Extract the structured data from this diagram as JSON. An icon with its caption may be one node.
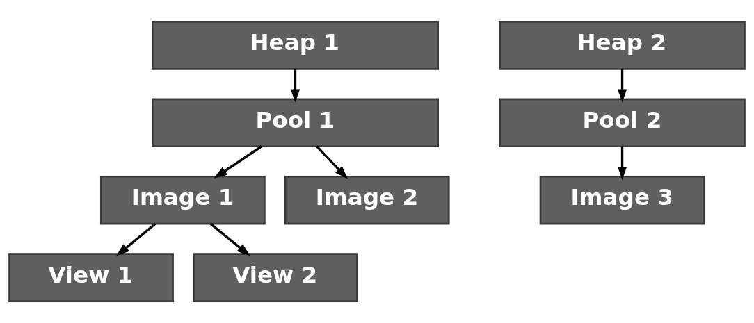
{
  "diagram": {
    "nodes": [
      {
        "text": [
          "Heap 1"
        ]
      },
      {
        "text": [
          "Heap 2"
        ]
      },
      {
        "text": [
          "Pool 1"
        ]
      },
      {
        "text": [
          "Pool 2"
        ]
      },
      {
        "text": [
          "Image 1"
        ]
      },
      {
        "text": [
          "Image 2"
        ]
      },
      {
        "text": [
          "Image 3"
        ]
      },
      {
        "text": [
          "View 1"
        ]
      },
      {
        "text": [
          "View 2"
        ]
      }
    ],
    "edges": [
      {
        "from": 0,
        "to": 2,
        "arrow": "to"
      },
      {
        "from": 1,
        "to": 3,
        "arrow": "to"
      },
      {
        "from": 2,
        "to": 4,
        "arrow": "to"
      },
      {
        "from": 2,
        "to": 5,
        "arrow": "to"
      },
      {
        "from": 3,
        "to": 6,
        "arrow": "to"
      },
      {
        "from": 4,
        "to": 7,
        "arrow": "to"
      },
      {
        "from": 4,
        "to": 8,
        "arrow": "to"
      }
    ]
  }
}
